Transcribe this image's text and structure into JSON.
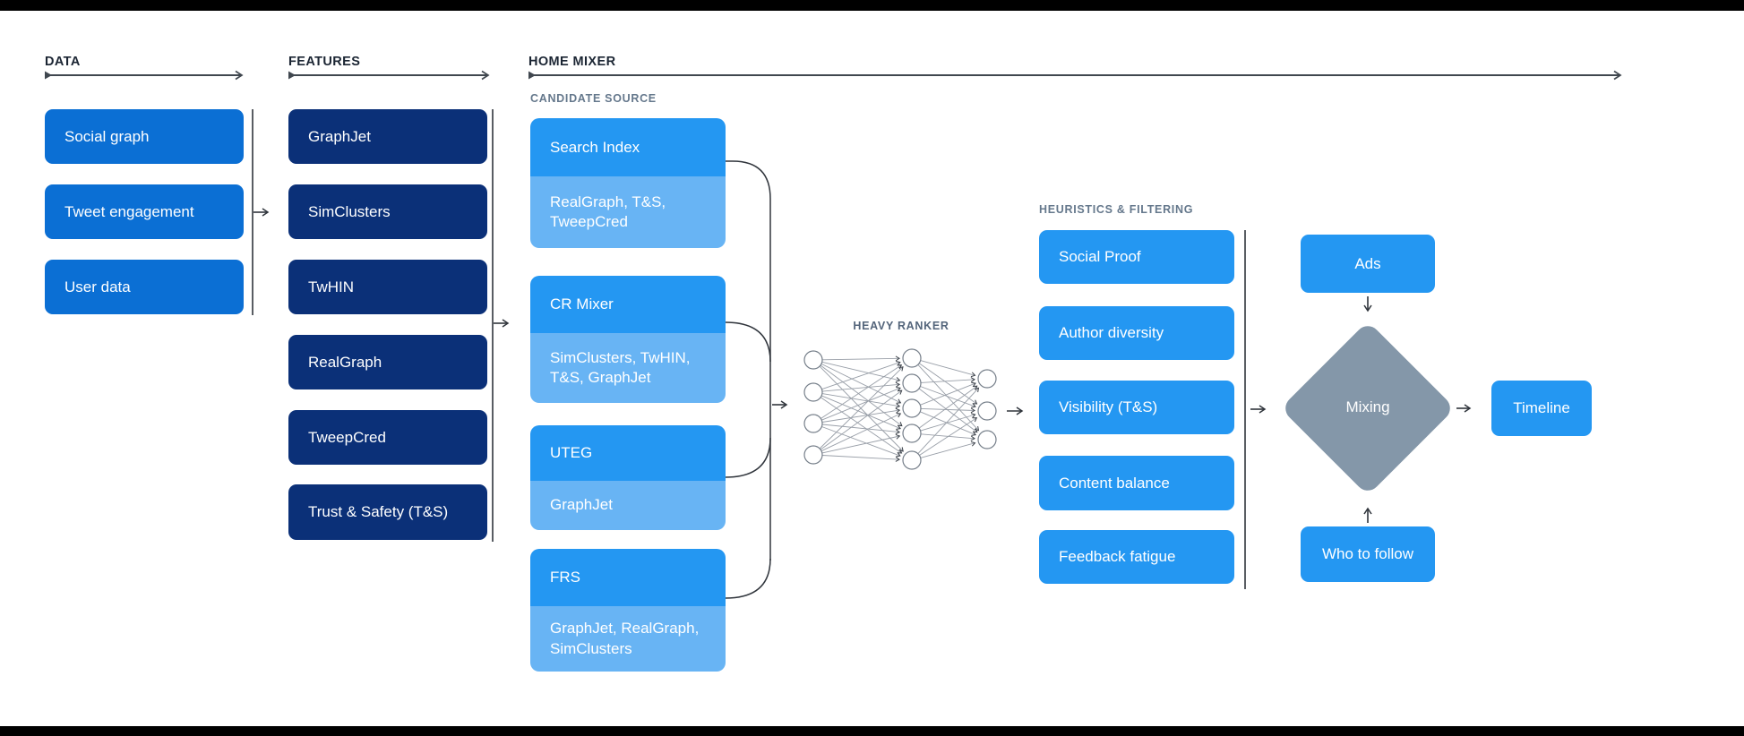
{
  "sections": [
    {
      "label": "DATA"
    },
    {
      "label": "FEATURES"
    },
    {
      "label": "HOME MIXER"
    }
  ],
  "data_column": {
    "items": [
      "Social graph",
      "Tweet engagement",
      "User data"
    ]
  },
  "features_column": {
    "items": [
      "GraphJet",
      "SimClusters",
      "TwHIN",
      "RealGraph",
      "TweepCred",
      "Trust & Safety (T&S)"
    ]
  },
  "candidate_source": {
    "label": "CANDIDATE SOURCE",
    "groups": [
      {
        "name": "Search Index",
        "sources": "RealGraph, T&S, TweepCred"
      },
      {
        "name": "CR Mixer",
        "sources": "SimClusters, TwHIN, T&S, GraphJet"
      },
      {
        "name": "UTEG",
        "sources": "GraphJet"
      },
      {
        "name": "FRS",
        "sources": "GraphJet, RealGraph, SimClusters"
      }
    ]
  },
  "heavy_ranker": {
    "label": "HEAVY RANKER",
    "network": {
      "input": 4,
      "hidden": 5,
      "output": 3
    }
  },
  "heuristics": {
    "label": "HEURISTICS & FILTERING",
    "items": [
      "Social Proof",
      "Author diversity",
      "Visibility (T&S)",
      "Content balance",
      "Feedback fatigue"
    ]
  },
  "mixing_stage": {
    "ads": "Ads",
    "mixing": "Mixing",
    "who_to_follow": "Who to follow",
    "timeline": "Timeline"
  },
  "colors": {
    "data_box": "#0b6fd4",
    "feature_box": "#0b3078",
    "candidate_header": "#2497f2",
    "candidate_sub": "#68b4f4",
    "diamond": "#8497a9",
    "section_text": "#1b2533",
    "sublabel_text": "#65788c",
    "line": "#30353c",
    "letterbox": "#000000"
  }
}
